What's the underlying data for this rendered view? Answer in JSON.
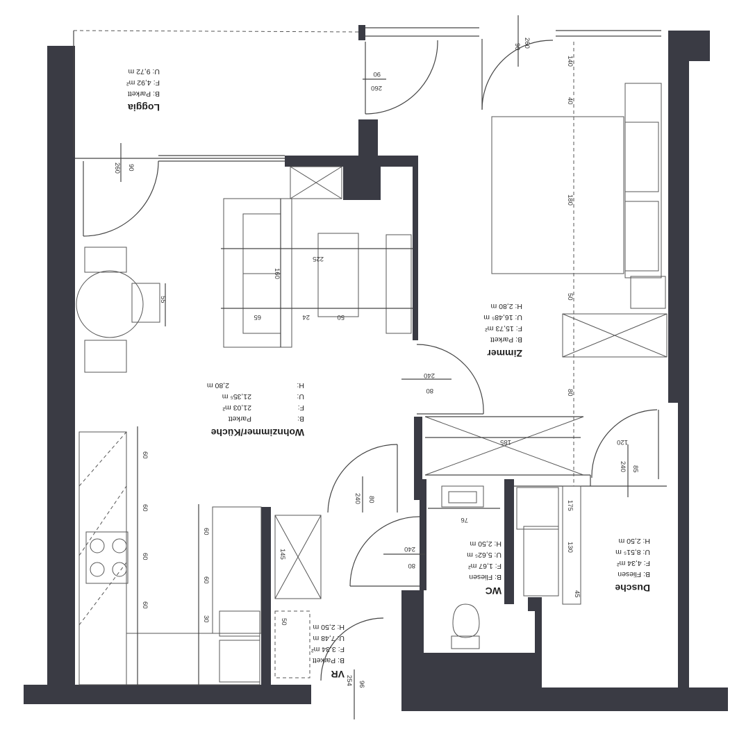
{
  "rooms": {
    "loggia": {
      "name": "Loggia",
      "b": "B:  Parkett",
      "f": "F:  4,92 m²",
      "u": "U: 9,72 m"
    },
    "wohnzimmer": {
      "name": "Wohnzimmer/Küche",
      "b_label": "B:",
      "b_value": "Parkett",
      "f_label": "F:",
      "f_value": "21,03 m²",
      "u_label": "U:",
      "u_value": "21,35⁵ m",
      "h_label": "H:",
      "h_value": "2,80 m"
    },
    "zimmer": {
      "name": "Zimmer",
      "b": "B:  Parkett",
      "f": "F:  15,73 m²",
      "u": "U: 16,48⁵ m",
      "h": "H:  2,80 m"
    },
    "vr": {
      "name": "VR",
      "b": "B:  Parkett",
      "f": "F:  3,34 m²",
      "u": "U: 7,48 m",
      "h": "H: 2,50 m"
    },
    "wc": {
      "name": "WC",
      "b": "B:  Fliesen",
      "f": "F:  1,67 m²",
      "u": "U:  5,62⁵ m",
      "h": "H:  2,50 m"
    },
    "dusche": {
      "name": "Dusche",
      "b": "B:  Fliesen",
      "f": "F:  4,34 m²",
      "u": "U: 8,51⁵ m",
      "h": "H: 2,50 m"
    }
  },
  "doors": [
    {
      "w": "90",
      "h": "260"
    },
    {
      "w": "90",
      "h": "260"
    },
    {
      "w": "90",
      "h": "260"
    },
    {
      "w": "80",
      "h": "240"
    },
    {
      "w": "80",
      "h": "240"
    },
    {
      "w": "80",
      "h": "240"
    },
    {
      "w": "85",
      "h": "240"
    },
    {
      "w": "96",
      "h": "254"
    }
  ],
  "dims": {
    "d140": "140",
    "d40": "40",
    "d180": "180",
    "d160": "160",
    "d80": "80",
    "d185": "185",
    "d120": "120",
    "d175": "175",
    "d130": "130",
    "d45": "45",
    "d225": "225",
    "d65": "65",
    "d24": "24",
    "d50": "50",
    "d55": "55",
    "d60": "60",
    "d30": "30",
    "d76": "76",
    "d145": "145"
  }
}
